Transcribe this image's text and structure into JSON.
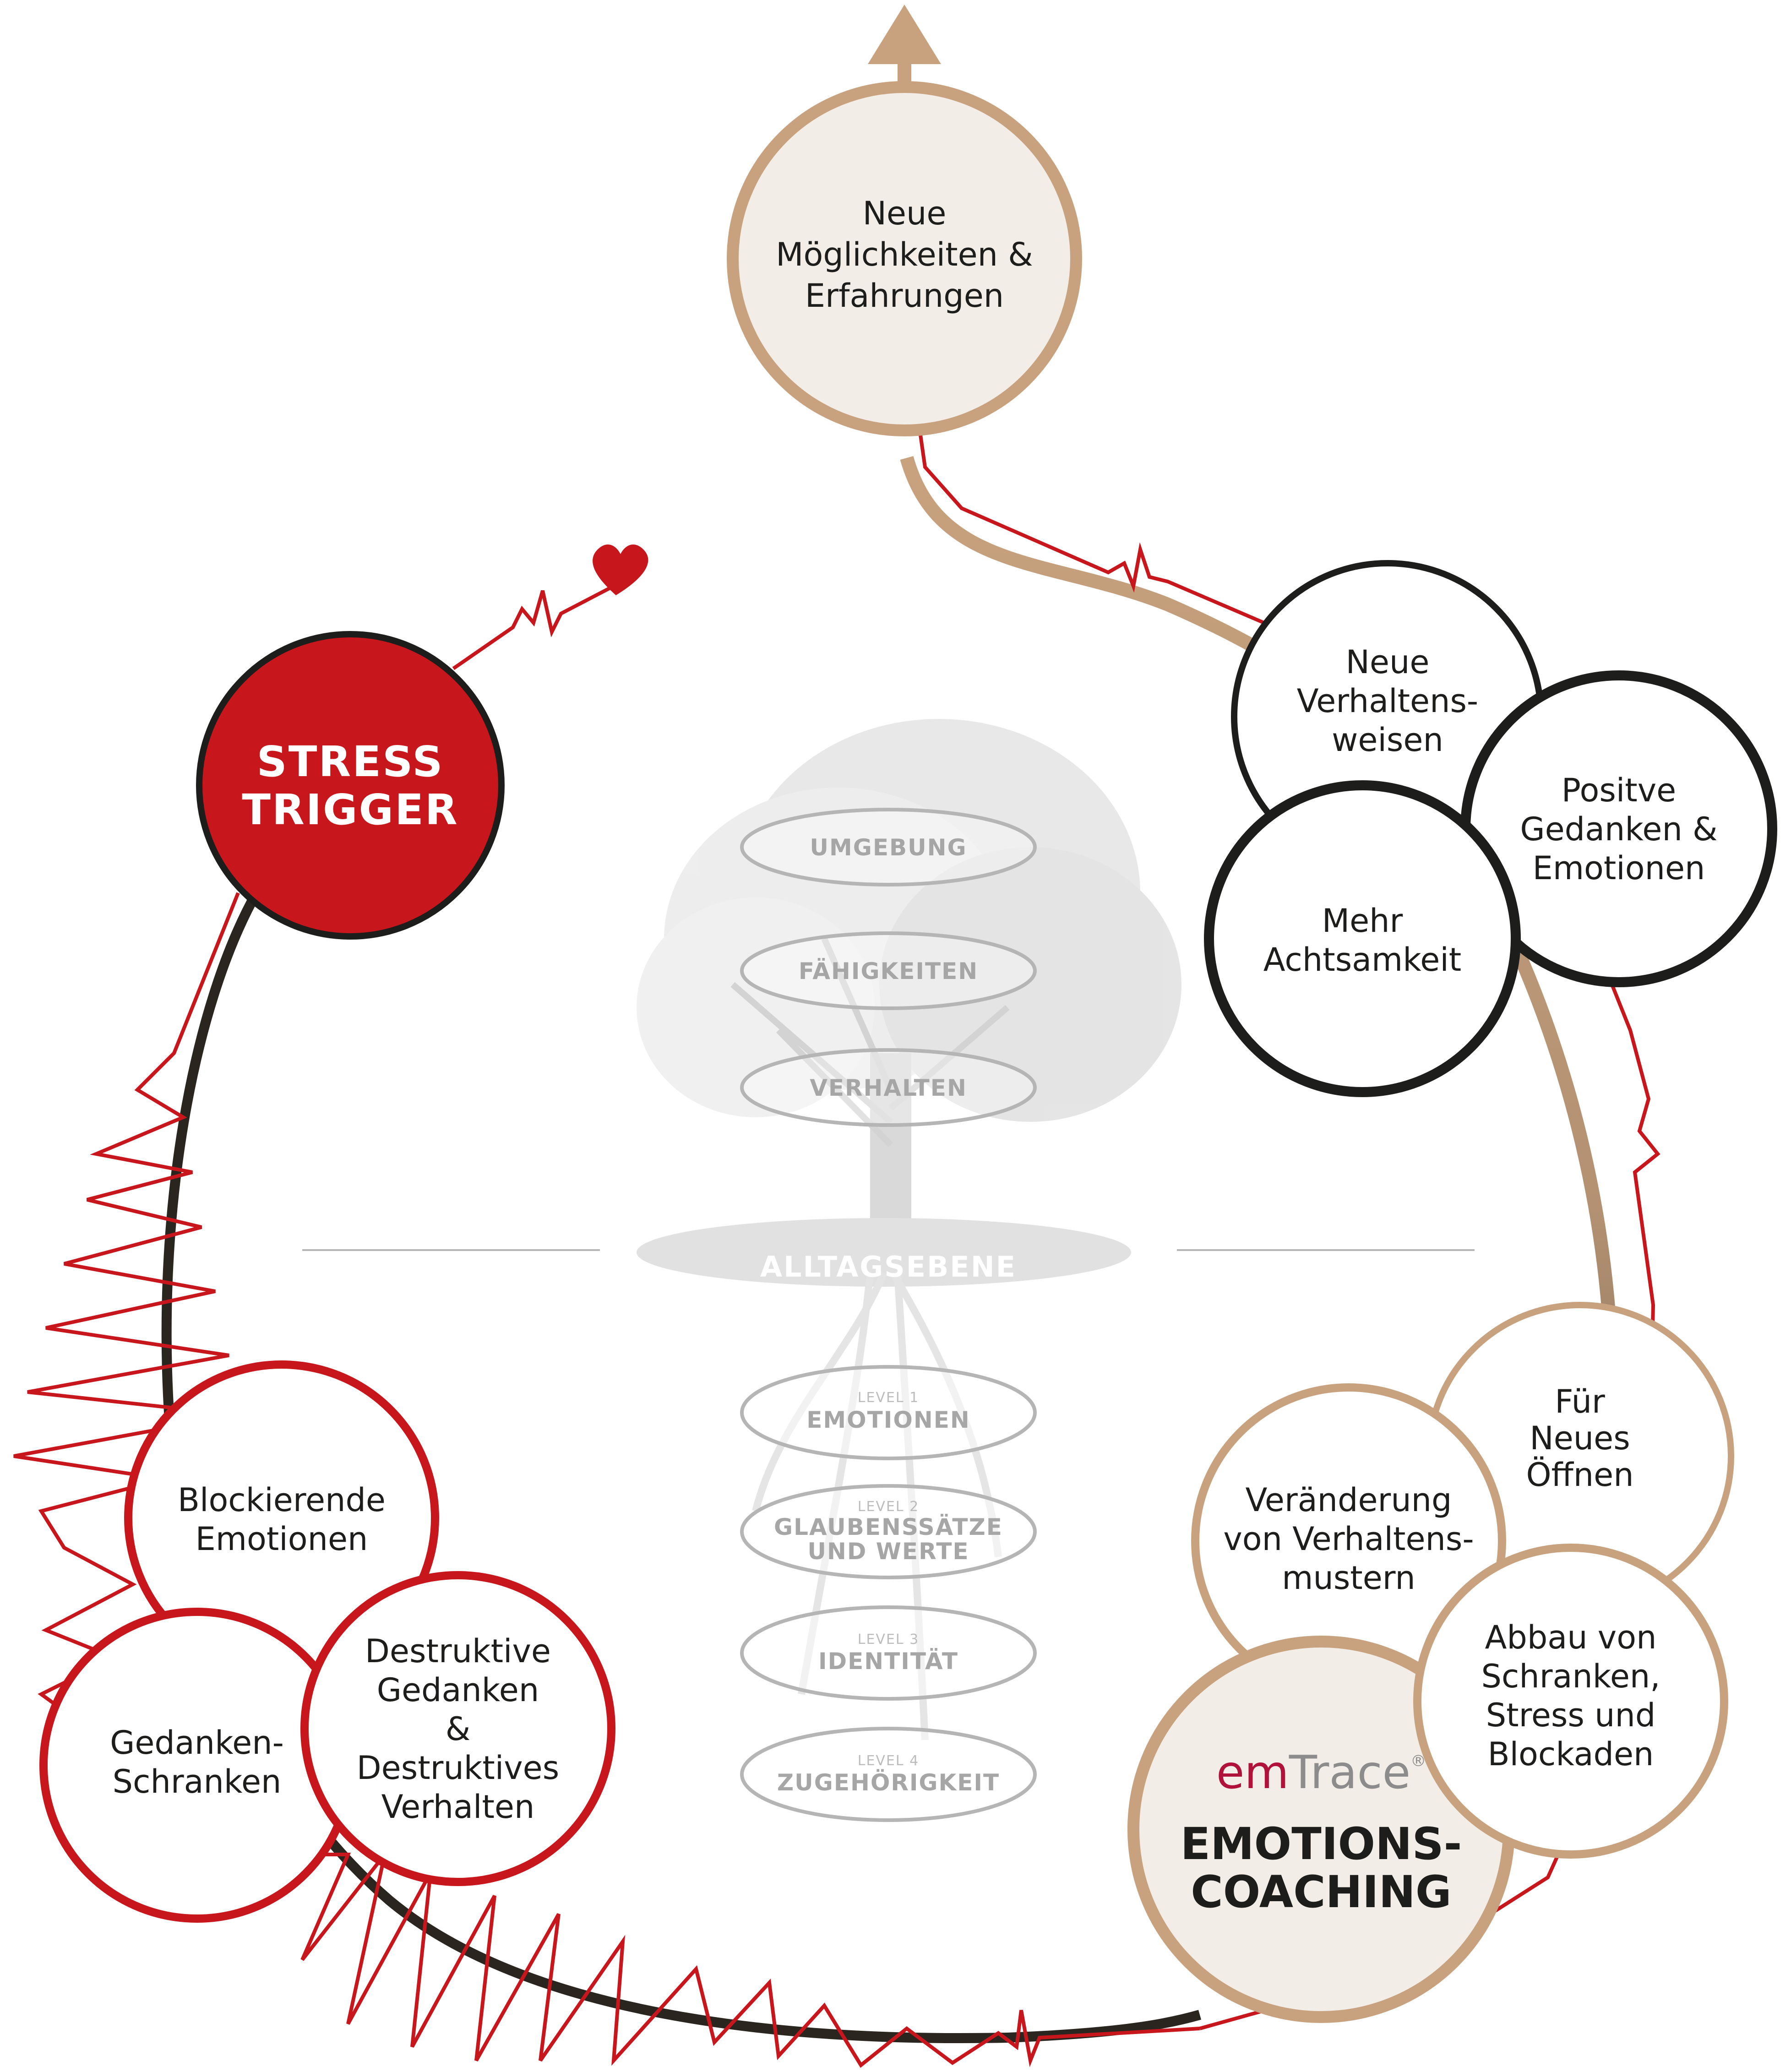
{
  "top_circle": {
    "lines": [
      "Neue",
      "Möglichkeiten &",
      "Erfahrungen"
    ]
  },
  "stress": {
    "lines": [
      "STRESS",
      "TRIGGER"
    ]
  },
  "positive_cluster": {
    "neue_verhaltensweisen": [
      "Neue",
      "Verhaltens-",
      "weisen"
    ],
    "positive_gedanken": [
      "Positve",
      "Gedanken &",
      "Emotionen"
    ],
    "achtsamkeit": [
      "Mehr",
      "Achtsamkeit"
    ]
  },
  "negative_cluster": {
    "blockierende": [
      "Blockierende",
      "Emotionen"
    ],
    "schranken": [
      "Gedanken-",
      "Schranken"
    ],
    "destruktiv": [
      "Destruktive",
      "Gedanken",
      "&",
      "Destruktives",
      "Verhalten"
    ]
  },
  "coaching_cluster": {
    "oeffnen": [
      "Für",
      "Neues",
      "Öffnen"
    ],
    "veraenderung": [
      "Veränderung",
      "von Verhaltens-",
      "mustern"
    ],
    "abbau": [
      "Abbau von",
      "Schranken,",
      "Stress und",
      "Blockaden"
    ],
    "brand_em": "em",
    "brand_trace": "Trace",
    "brand_reg": "®",
    "coaching_lines": [
      "EMOTIONS-",
      "COACHING"
    ]
  },
  "tree": {
    "upper_levels": [
      "UMGEBUNG",
      "FÄHIGKEITEN",
      "VERHALTEN"
    ],
    "ground_label": "ALLTAGSEBENE",
    "lower_levels": [
      {
        "level": "LEVEL 1",
        "lines": [
          "EMOTIONEN"
        ]
      },
      {
        "level": "LEVEL 2",
        "lines": [
          "GLAUBENSSÄTZE",
          "UND WERTE"
        ]
      },
      {
        "level": "LEVEL 3",
        "lines": [
          "IDENTITÄT"
        ]
      },
      {
        "level": "LEVEL 4",
        "lines": [
          "ZUGEHÖRIGKEIT"
        ]
      }
    ]
  },
  "colors": {
    "red": "#c8161d",
    "tan": "#c8a27e",
    "tan_fill": "#f3ede7",
    "dark": "#1d1d1b",
    "brown_path": "#7a6350",
    "grey": "#b5b5b5"
  },
  "icons": [
    "heart-icon",
    "arrow-up-icon"
  ]
}
